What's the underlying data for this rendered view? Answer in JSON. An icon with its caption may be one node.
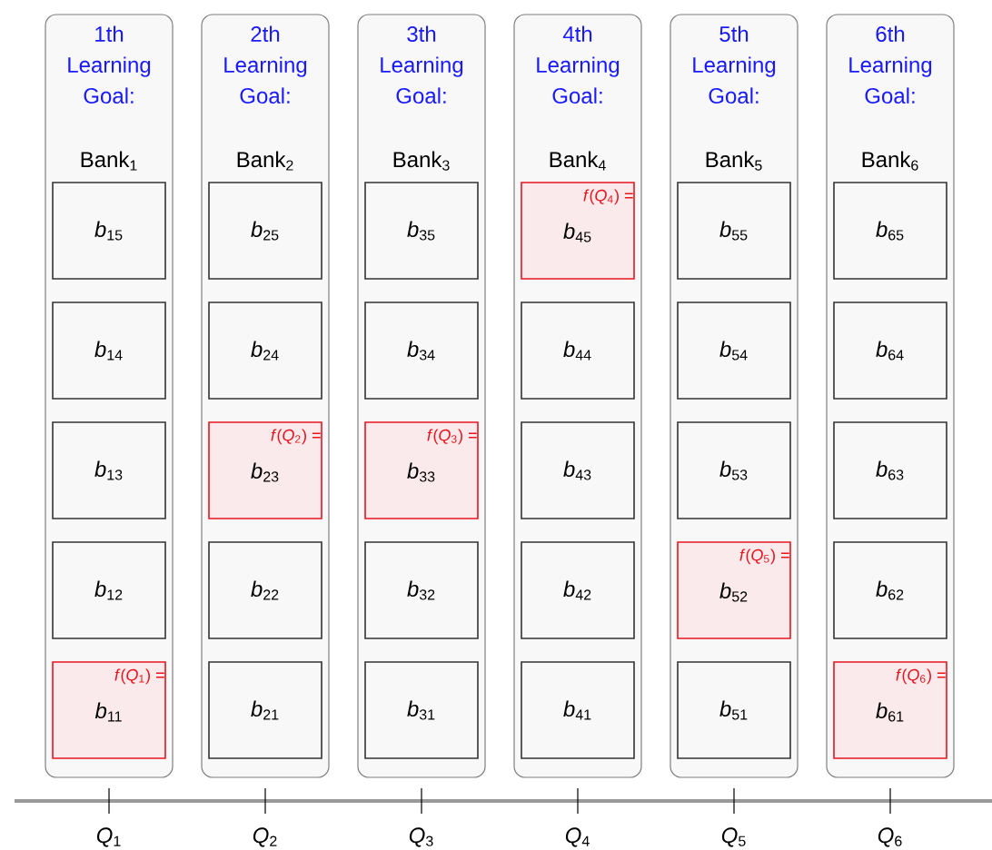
{
  "diagram": {
    "nodes": [
      {
        "text": [
          "1th Learning Goal:",
          "Bank$_{1}$"
        ]
      },
      {
        "text": [
          "*b*$_{15}$"
        ],
        "in": 0
      },
      {
        "text": [
          "*b*$_{14}$"
        ],
        "in": 0
      },
      {
        "text": [
          "*b*$_{13}$"
        ],
        "in": 0
      },
      {
        "text": [
          "*b*$_{12}$"
        ],
        "in": 0
      },
      {
        "text": [
          "*f*(*Q*$_{1}$) =",
          "*b*$_{11}$"
        ],
        "in": 0
      },
      {
        "text": [
          "2th Learning Goal:",
          "Bank$_{2}$"
        ]
      },
      {
        "text": [
          "*b*$_{25}$"
        ],
        "in": 6
      },
      {
        "text": [
          "*b*$_{24}$"
        ],
        "in": 6
      },
      {
        "text": [
          "*f*(*Q*$_{2}$) =",
          "*b*$_{23}$"
        ],
        "in": 6
      },
      {
        "text": [
          "*b*$_{22}$"
        ],
        "in": 6
      },
      {
        "text": [
          "*b*$_{21}$"
        ],
        "in": 6
      },
      {
        "text": [
          "3th Learning Goal:",
          "Bank$_{3}$"
        ]
      },
      {
        "text": [
          "*b*$_{35}$"
        ],
        "in": 12
      },
      {
        "text": [
          "*b*$_{34}$"
        ],
        "in": 12
      },
      {
        "text": [
          "*f*(*Q*$_{3}$) =",
          "*b*$_{33}$"
        ],
        "in": 12
      },
      {
        "text": [
          "*b*$_{32}$"
        ],
        "in": 12
      },
      {
        "text": [
          "*b*$_{31}$"
        ],
        "in": 12
      },
      {
        "text": [
          "4th Learning Goal:",
          "Bank$_{4}$"
        ]
      },
      {
        "text": [
          "*f*(*Q*$_{4}$) =",
          "*b*$_{45}$"
        ],
        "in": 18
      },
      {
        "text": [
          "*b*$_{44}$"
        ],
        "in": 18
      },
      {
        "text": [
          "*b*$_{43}$"
        ],
        "in": 18
      },
      {
        "text": [
          "*b*$_{42}$"
        ],
        "in": 18
      },
      {
        "text": [
          "*b*$_{41}$"
        ],
        "in": 18
      },
      {
        "text": [
          "5th Learning Goal:",
          "Bank$_{5}$"
        ]
      },
      {
        "text": [
          "*b*$_{55}$"
        ],
        "in": 24
      },
      {
        "text": [
          "*b*$_{54}$"
        ],
        "in": 24
      },
      {
        "text": [
          "*b*$_{53}$"
        ],
        "in": 24
      },
      {
        "text": [
          "*f*(*Q*$_{5}$) =",
          "*b*$_{52}$"
        ],
        "in": 24
      },
      {
        "text": [
          "*b*$_{51}$"
        ],
        "in": 24
      },
      {
        "text": [
          "6th Learning Goal:",
          "Bank$_{6}$"
        ]
      },
      {
        "text": [
          "*b*$_{65}$"
        ],
        "in": 30
      },
      {
        "text": [
          "*b*$_{64}$"
        ],
        "in": 30
      },
      {
        "text": [
          "*b*$_{63}$"
        ],
        "in": 30
      },
      {
        "text": [
          "*b*$_{62}$"
        ],
        "in": 30
      },
      {
        "text": [
          "*f*(*Q*$_{6}$) =",
          "*b*$_{61}$"
        ],
        "in": 30
      }
    ],
    "labels": [
      "*Q*$_{1}$",
      "*Q*$_{2}$",
      "*Q*$_{3}$",
      "*Q*$_{4}$",
      "*Q*$_{5}$",
      "*Q*$_{6}$"
    ]
  }
}
